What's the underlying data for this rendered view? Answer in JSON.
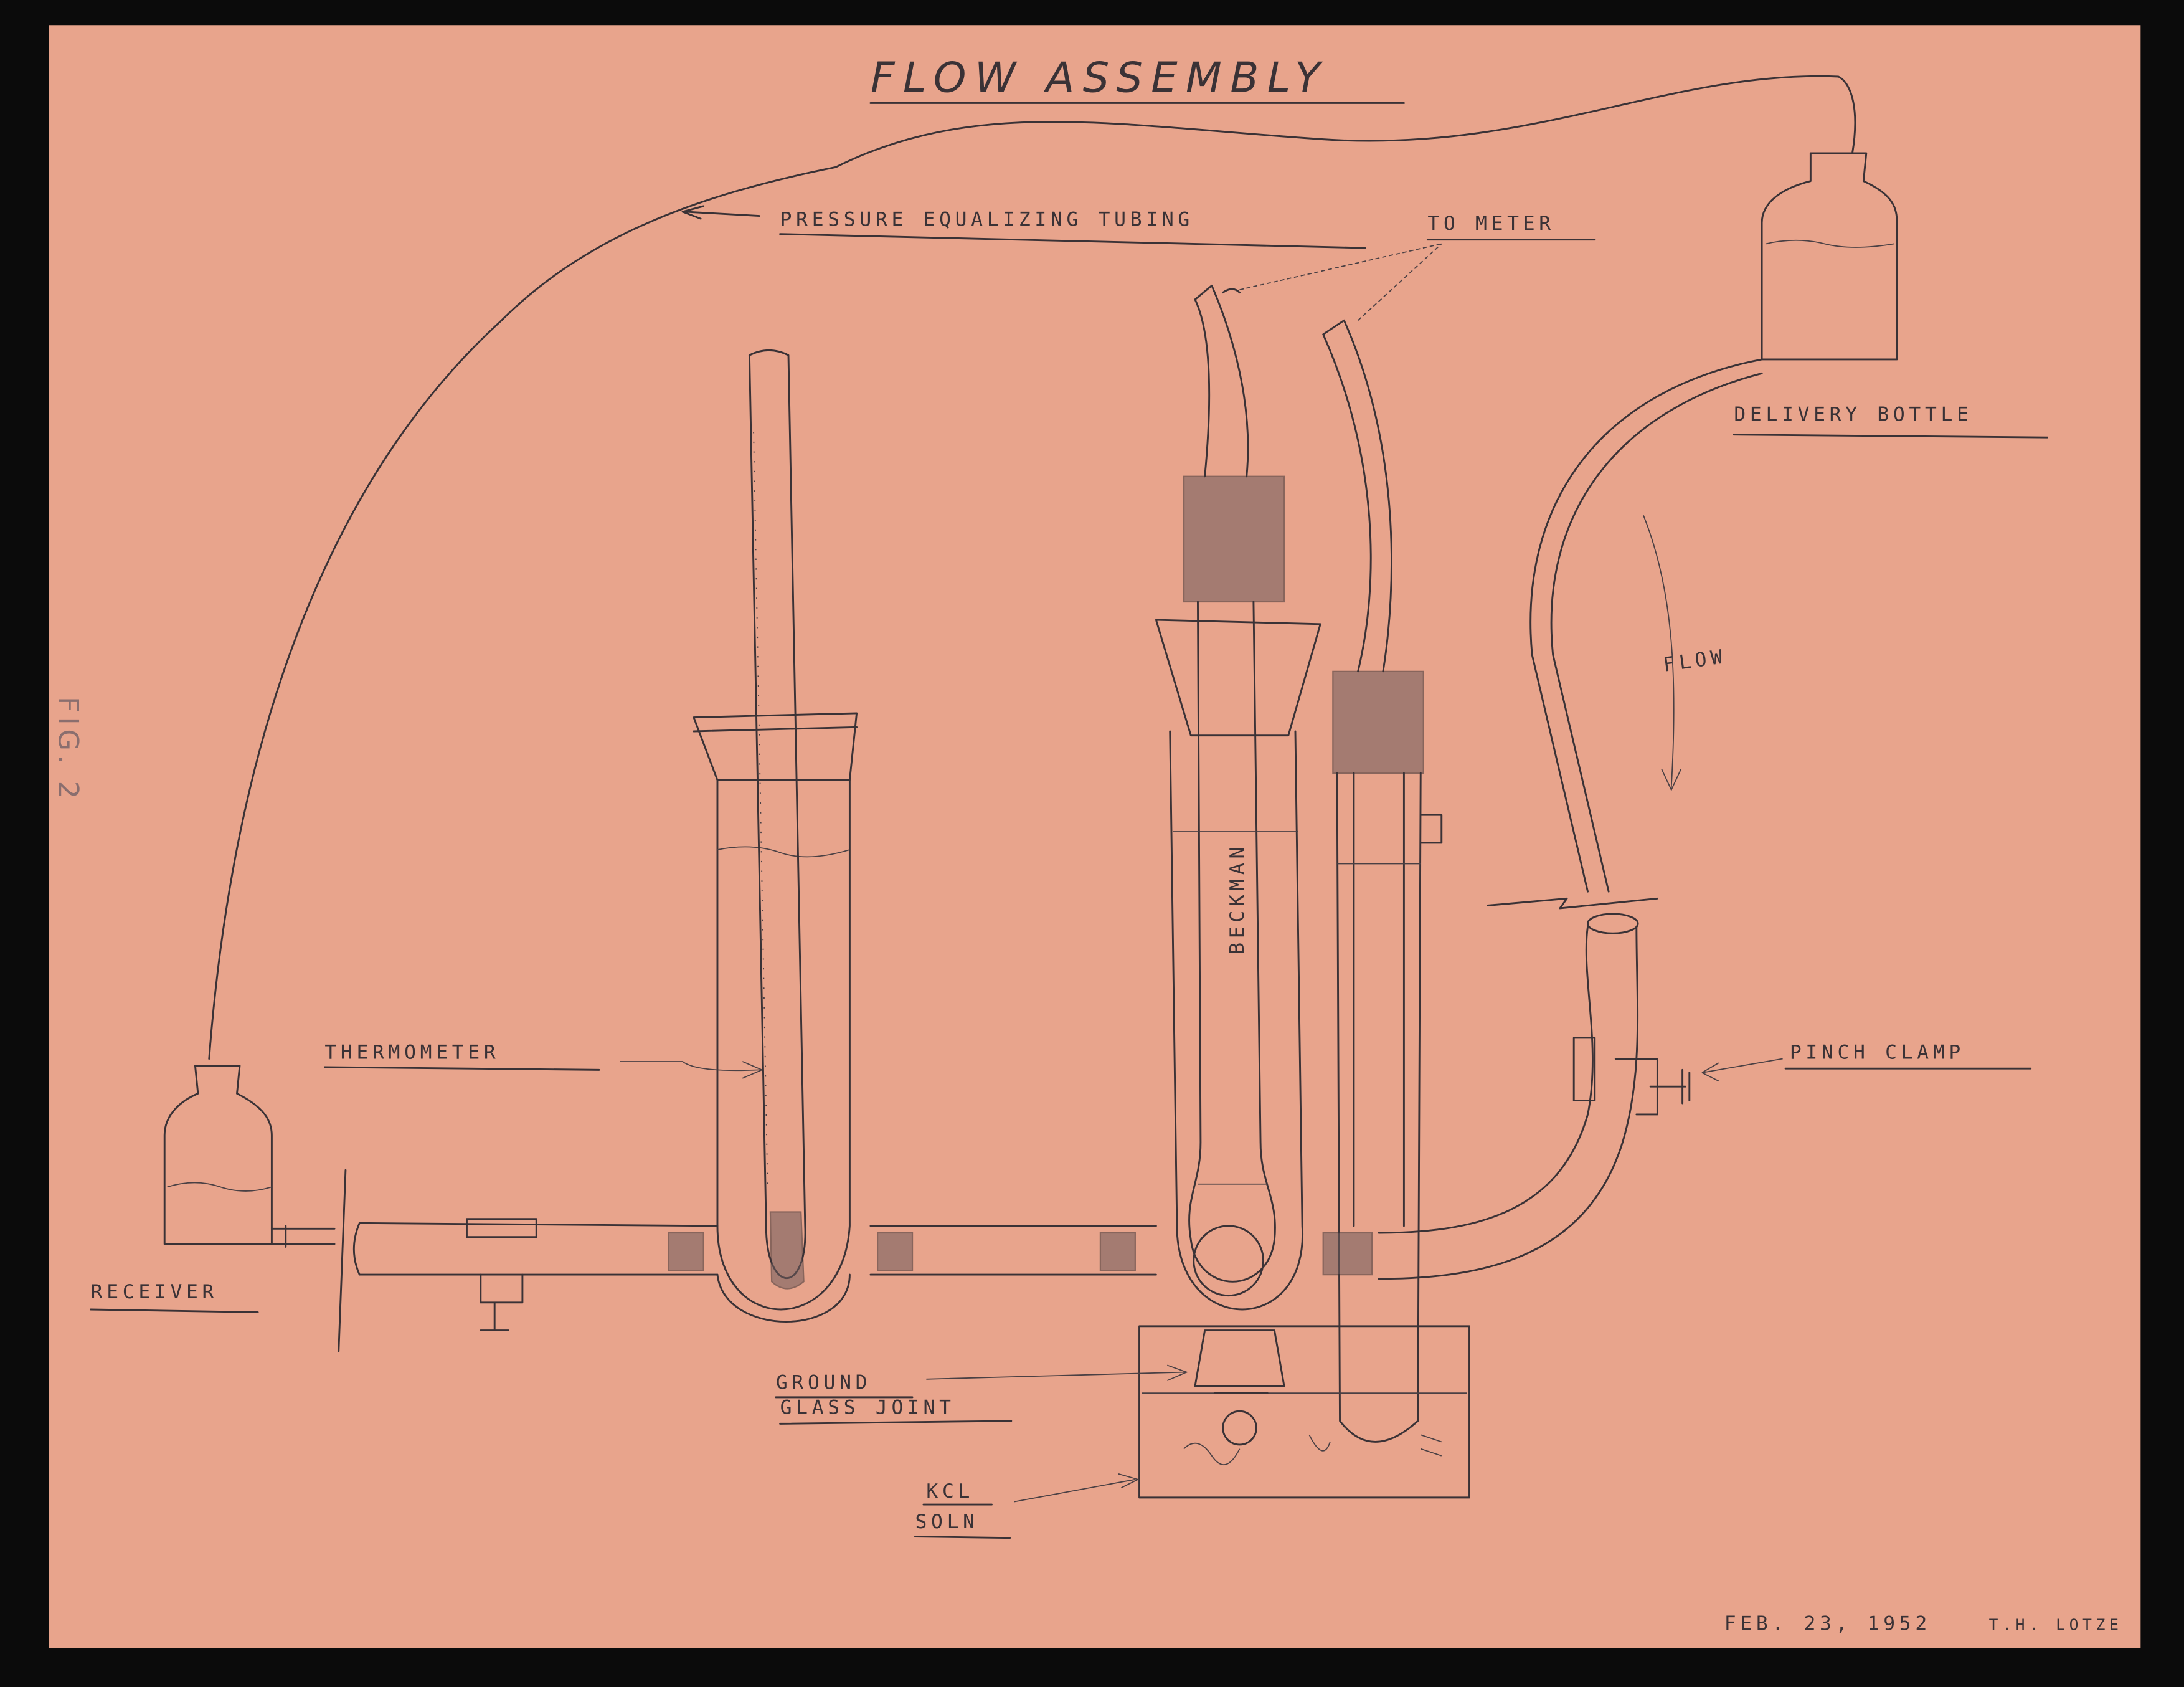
{
  "title": "FLOW ASSEMBLY",
  "colors": {
    "paper": "#e8a48c",
    "ink": "#3a3236",
    "background": "#0b0b0b"
  },
  "labels": {
    "pressure_tubing": "PRESSURE EQUALIZING TUBING",
    "to_meter": "TO METER",
    "delivery_bottle": "DELIVERY BOTTLE",
    "flow": "FLOW",
    "pinch_clamp": "PINCH CLAMP",
    "thermometer": "THERMOMETER",
    "receiver": "RECEIVER",
    "ground_glass_joint_1": "GROUND",
    "ground_glass_joint_2": "GLASS JOINT",
    "kcl_1": "KCL",
    "kcl_2": "SOLN",
    "beckman": "BECKMAN",
    "fig": "FIG. 2"
  },
  "footer": {
    "date": "FEB. 23, 1952",
    "author": "T.H. LOTZE"
  }
}
